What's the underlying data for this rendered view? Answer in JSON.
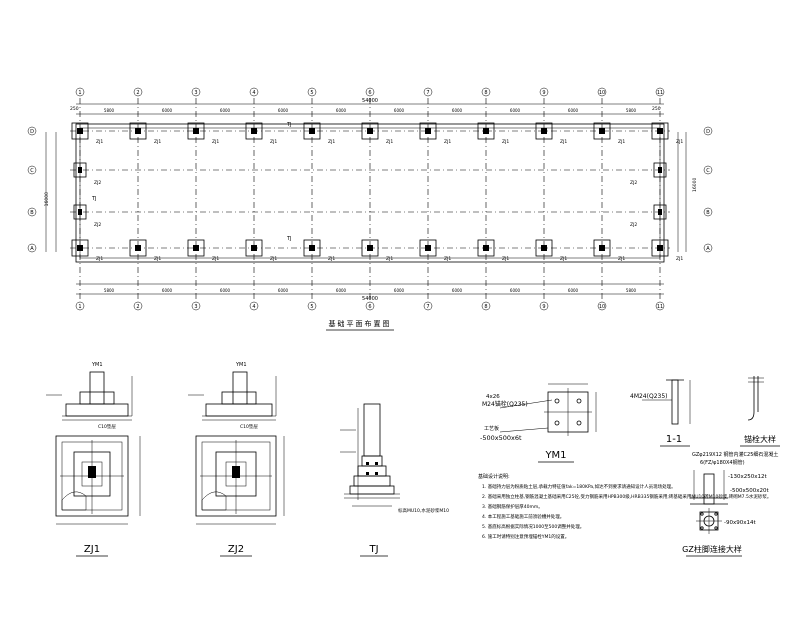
{
  "plan": {
    "title": "基础平面布置图",
    "axes_top": [
      "1",
      "2",
      "3",
      "4",
      "5",
      "6",
      "7",
      "8",
      "9",
      "10",
      "11"
    ],
    "axes_left": [
      "D",
      "C",
      "B",
      "A"
    ],
    "total_length": "54000",
    "spans": [
      "5800",
      "6000",
      "6000",
      "6000",
      "6000",
      "6000",
      "6000",
      "6000",
      "6000",
      "5800"
    ],
    "end_offset": "250",
    "total_width": "16000",
    "footing_labels": {
      "zj1": "ZJ1",
      "zj2": "ZJ2",
      "tj": "TJ"
    }
  },
  "details": {
    "zj1_title": "ZJ1",
    "zj2_title": "ZJ2",
    "ym1_label": "YM1",
    "c10_label": "C10垫层",
    "tj_title": "TJ",
    "tj_note": "标高MU10,水泥砂浆M10",
    "ym1_title": "YM1",
    "ym1_bolt": "M24锚栓(Q235)",
    "ym1_bolt_count": "4x26",
    "ym1_plate": "-500x500x6t",
    "ym1_plate_label": "工艺板",
    "sec_title": "1-1",
    "sec_bolt": "4M24(Q235)",
    "anchor_title": "锚栓大样",
    "gz_title": "GZ柱脚连接大样",
    "gz_line1": "GZφ219X12 钢管内灌C25细石混凝土",
    "gz_line2": "6(FZ/φ180X4钢管)",
    "gz_line3": "-130x250x12t",
    "gz_line4": "-500x500x20t",
    "gz_line5": "-90x90x14t"
  },
  "notes": {
    "heading": "基础设计说明:",
    "items": [
      "1. 基础持力层为粉质粘土层,承载力特征值fak=180KPa,如达不到要求请通知设计人员现场处理。",
      "2. 基础采用独立柱基,钢筋混凝土基础采用C25砼,受力钢筋采用HPB300级,HRB335钢筋采用;砖基础采用MU10砖M10砂浆,砖砌M7.5水泥砂浆。",
      "3. 基础钢筋保护层厚40mm。",
      "4. 本工程施工基础施工前须验槽并处理。",
      "5. 基底标高根据实际情况1000至500调整并处理。",
      "6. 施工时请特别注意预埋锚栓YM1的设置。"
    ]
  }
}
